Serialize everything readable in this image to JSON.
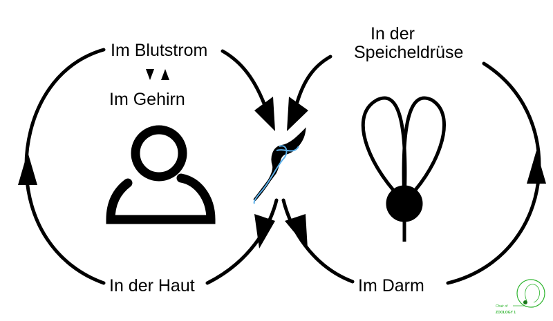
{
  "labels": {
    "bloodstream": "Im Blutstrom",
    "brain": "Im Gehirn",
    "salivary_gland_line1": "In der",
    "salivary_gland_line2": "Speicheldrüse",
    "skin": "In der Haut",
    "gut": "Im Darm"
  },
  "logo": {
    "line1": "Chair of",
    "line2": "ZOOLOGY 1"
  },
  "colors": {
    "stroke": "#000000",
    "parasite_outline": "#5aaee8",
    "logo": "#2fb52f"
  }
}
